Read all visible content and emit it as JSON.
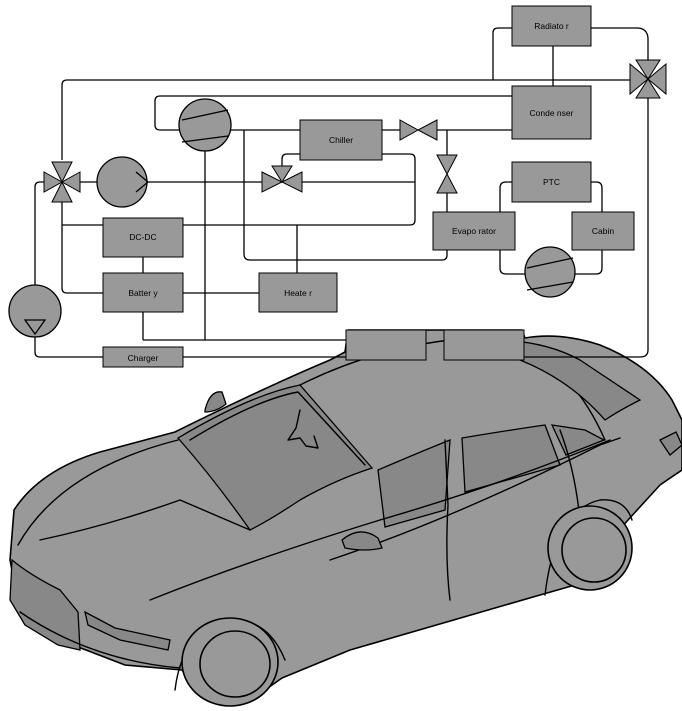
{
  "components": {
    "radiator": "Radiato r",
    "condenser": "Conde nser",
    "chiller": "Chiller",
    "ptc": "PTC",
    "cabin": "Cabin",
    "evaporator": "Evapo rator",
    "dcdc": "DC-DC",
    "battery": "Batter y",
    "heater": "Heate r",
    "charger": "Charger"
  }
}
